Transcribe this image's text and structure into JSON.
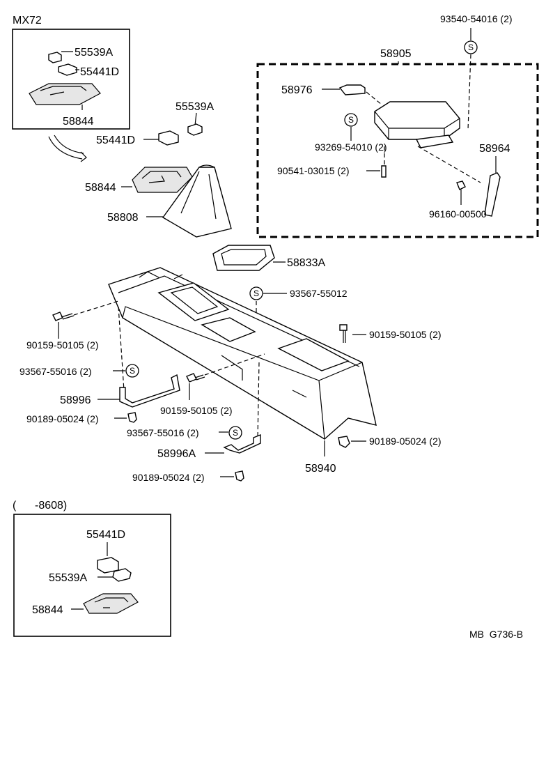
{
  "diagram": {
    "variant_labels": {
      "mx72": "MX72",
      "early": "(      -8608)"
    },
    "footer_code": "MB  G736-B",
    "seal_symbol": "S",
    "callouts": {
      "mx72_55539A": "55539A",
      "mx72_55441D": "55441D",
      "mx72_58844": "58844",
      "p55539A": "55539A",
      "p55441D": "55441D",
      "p58844": "58844",
      "p58808": "58808",
      "p58833A": "58833A",
      "p93567_55012": "93567-55012",
      "p90159_left": "90159-50105 (2)",
      "p93567_55016_left": "93567-55016 (2)",
      "p58996": "58996",
      "p90189_left": "90189-05024 (2)",
      "p90159_mid": "90159-50105 (2)",
      "p93567_55016_mid": "93567-55016 (2)",
      "p58996A": "58996A",
      "p90189_mid": "90189-05024 (2)",
      "p90159_right": "90159-50105 (2)",
      "p90189_right": "90189-05024 (2)",
      "p58940": "58940",
      "p93540": "93540-54016 (2)",
      "p58905": "58905",
      "p58976": "58976",
      "p93269": "93269-54010 (2)",
      "p90541": "90541-03015 (2)",
      "p58964": "58964",
      "p96160": "96160-00500",
      "early_55441D": "55441D",
      "early_55539A": "55539A",
      "early_58844": "58844"
    }
  }
}
